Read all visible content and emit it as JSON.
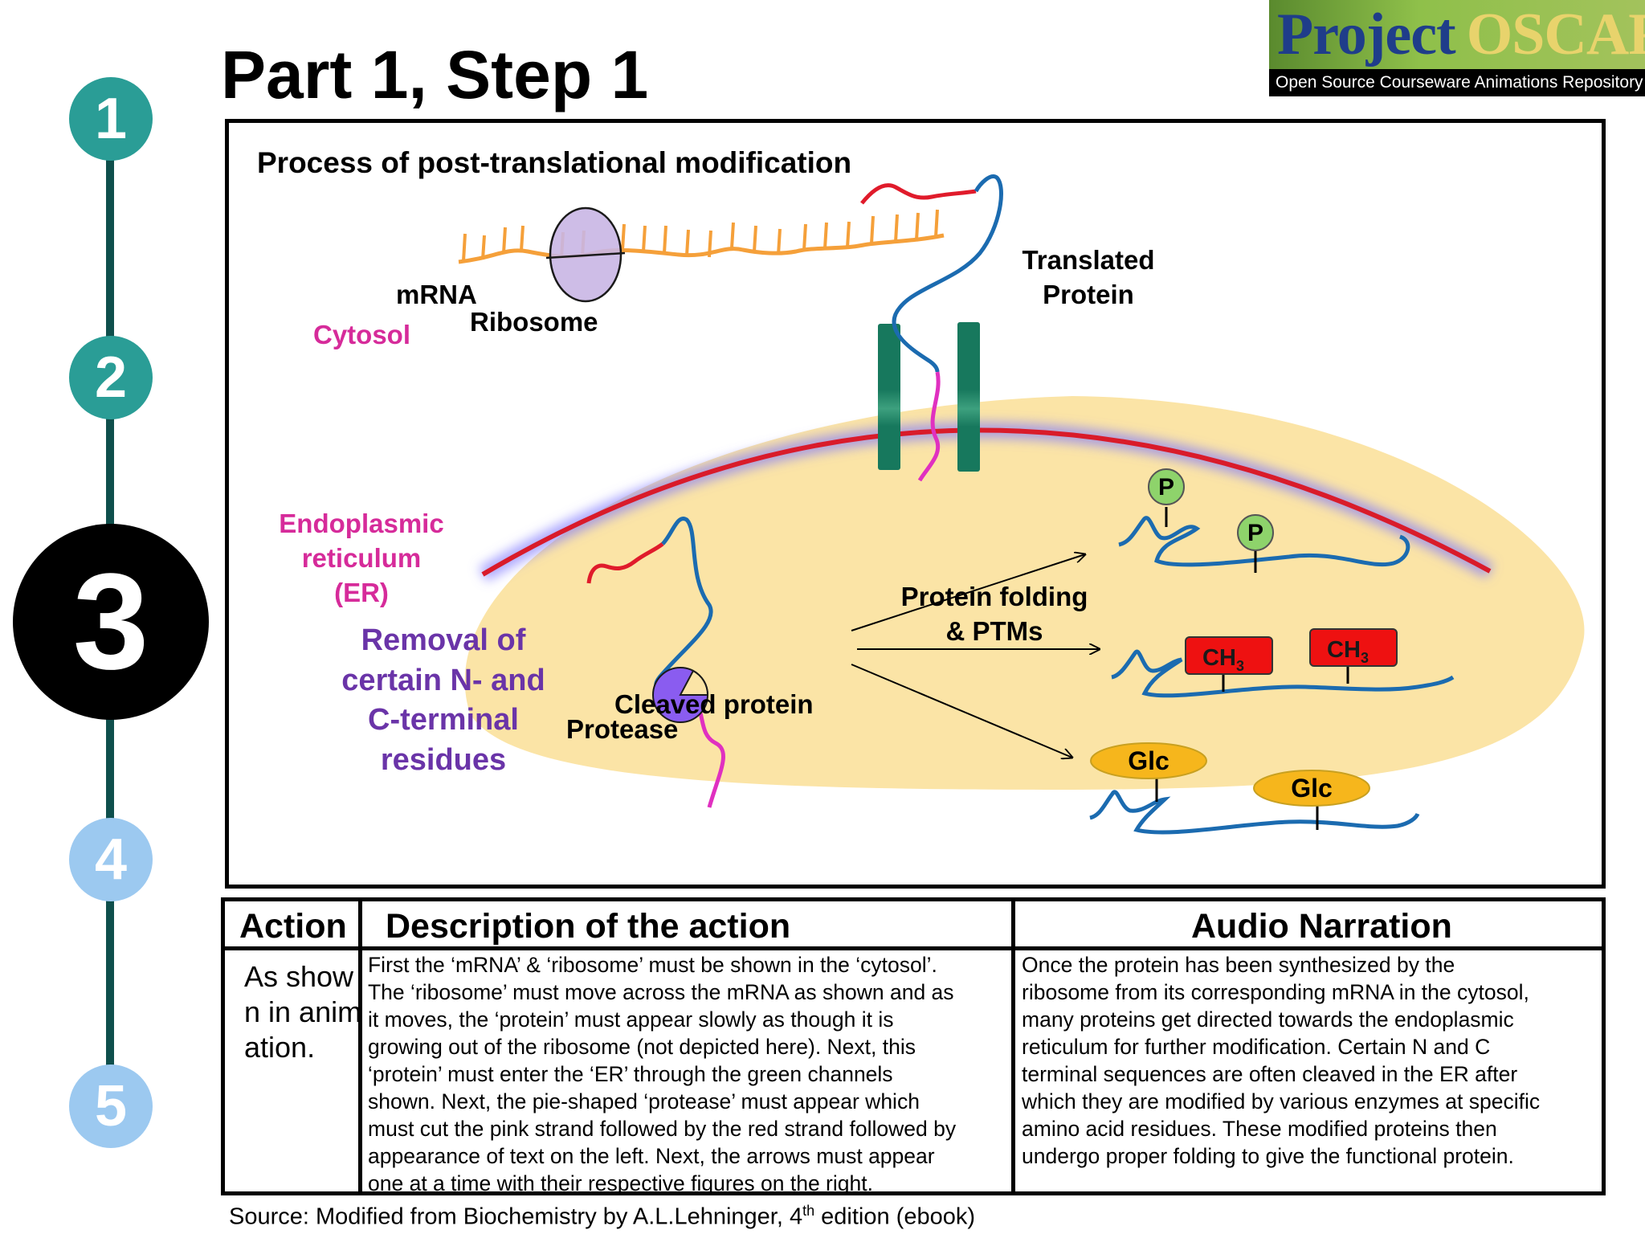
{
  "title": "Part 1, Step 1",
  "logo": {
    "word1": "Project",
    "word2": "OSCAR",
    "tagline": "Open Source Courseware Animations Repository"
  },
  "steps": [
    {
      "label": "1",
      "color": "#2a9d96"
    },
    {
      "label": "2",
      "color": "#2a9d96"
    },
    {
      "label": "3",
      "color": "#000000"
    },
    {
      "label": "4",
      "color": "#9cc9f0"
    },
    {
      "label": "5",
      "color": "#9cc9f0"
    }
  ],
  "diagram": {
    "heading": "Process of post-translational modification",
    "mrna": "mRNA",
    "ribosome": "Ribosome",
    "cytosol": "Cytosol",
    "translated_line1": "Translated",
    "translated_line2": "Protein",
    "er_line1": "Endoplasmic",
    "er_line2": "reticulum",
    "er_line3": "(ER)",
    "removal_lines": [
      "Removal of",
      "certain N- and",
      "C-terminal",
      "residues"
    ],
    "cleaved": "Cleaved protein",
    "protease": "Protease",
    "folding_line1": "Protein folding",
    "folding_line2": "& PTMs",
    "p_label": "P",
    "ch3_label": "CH",
    "ch3_sub": "3",
    "glc_label": "Glc",
    "colors": {
      "mrna": "#f5a03a",
      "protein": "#1b6bb0",
      "n_terminal": "#e01b2b",
      "c_terminal": "#e030c0",
      "er_fill": "#fbe4a6",
      "membrane": "#d91b2a",
      "channel": "#17785d",
      "phosphate": "#8ed36b",
      "methyl": "#ee1111",
      "glucose": "#f6b61c"
    }
  },
  "table": {
    "headers": {
      "action": "Action",
      "description": "Description of the action",
      "audio": "Audio Narration"
    },
    "action": "As shown in animation.",
    "description": "First the ‘mRNA’ & ‘ribosome’ must be shown in the ‘cytosol’.\nThe ‘ribosome’ must move across the mRNA as shown and as\nit moves, the ‘protein’ must appear slowly as though it is\ngrowing out of the ribosome (not depicted here). Next, this\n‘protein’ must enter the ‘ER’ through the green channels\nshown. Next, the pie-shaped ‘protease’ must appear which\nmust cut the pink strand followed by the red strand followed by\nappearance of text on the left. Next, the arrows must appear\none at a time with their respective figures on the right.",
    "audio": "Once the protein has been synthesized by the\nribosome from its corresponding mRNA  in the cytosol,\nmany proteins get directed towards the endoplasmic\nreticulum for further modification. Certain N and C\nterminal sequences are often cleaved in the ER after\nwhich they are modified by various enzymes at specific\namino acid residues. These modified proteins then\nundergo proper folding to give the functional protein."
  },
  "source": {
    "prefix": "Source: Modified from Biochemistry by A.L.Lehninger, 4",
    "sup": "th",
    "suffix": " edition (ebook)"
  }
}
